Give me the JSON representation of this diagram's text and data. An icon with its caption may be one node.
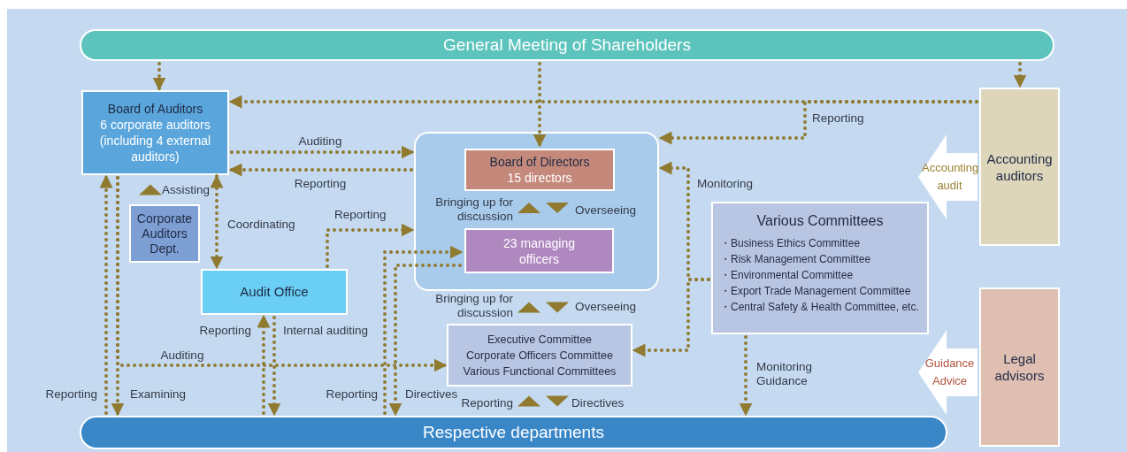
{
  "diagram": {
    "nodes": [
      {
        "text": [
          "General Meeting of Shareholders"
        ]
      },
      {
        "text": [
          "Board of Auditors",
          "6 corporate auditors (including 4 external auditors)"
        ]
      },
      {
        "text": [],
        "shape": "box"
      },
      {
        "text": [
          "Board of Directors",
          "15 directors"
        ],
        "in": 2
      },
      {
        "text": [
          "23 managing officers"
        ],
        "in": 2
      },
      {
        "text": [
          "Corporate Auditors Dept."
        ]
      },
      {
        "text": [
          "Audit Office"
        ]
      },
      {
        "text": [
          "Executive Committee",
          "Corporate Officers Committee",
          "Various Functional Committees"
        ]
      },
      {
        "text": [
          "Various Committees",
          "・Business Ethics Committee",
          "・Risk Management Committee",
          "・Environmental Committee",
          "・Export Trade Management Committee",
          "・Central Safety & Health Committee, etc."
        ]
      },
      {
        "text": [
          "Accounting auditors"
        ]
      },
      {
        "text": [
          "Legal advisors"
        ]
      },
      {
        "text": [
          "Respective departments"
        ]
      }
    ],
    "edges": [
      {
        "from": 0,
        "to": 1,
        "arrow": "to"
      },
      {
        "from": 0,
        "to": 9,
        "arrow": "to"
      },
      {
        "from": 0,
        "to": 3,
        "arrow": "to"
      },
      {
        "from": 9,
        "to": 1,
        "arrow": "to"
      },
      {
        "from": 9,
        "to": 2,
        "arrow": "to",
        "label": "Reporting"
      },
      {
        "from": 1,
        "to": 2,
        "arrow": "to",
        "label": "Auditing"
      },
      {
        "from": 2,
        "to": 1,
        "arrow": "to",
        "label": "Reporting"
      },
      {
        "from": 5,
        "to": 1,
        "arrow": "to",
        "label": "Assisting"
      },
      {
        "from": 1,
        "to": 6,
        "arrow": "both",
        "label": "Coordinating"
      },
      {
        "from": 6,
        "to": 2,
        "arrow": "to",
        "label": "Reporting"
      },
      {
        "from": 3,
        "to": 4,
        "arrow": "to",
        "label": "Overseeing"
      },
      {
        "from": 4,
        "to": 3,
        "arrow": "to",
        "label": "Bringing up for discussion"
      },
      {
        "from": 2,
        "to": 7,
        "arrow": "to",
        "label": "Overseeing"
      },
      {
        "from": 7,
        "to": 2,
        "arrow": "to",
        "label": "Bringing up for discussion"
      },
      {
        "from": 7,
        "to": 11,
        "arrow": "to",
        "label": "Directives"
      },
      {
        "from": 11,
        "to": 7,
        "arrow": "to",
        "label": "Reporting"
      },
      {
        "from": 8,
        "to": 2,
        "arrow": "to",
        "label": "Monitoring"
      },
      {
        "from": 8,
        "to": 7,
        "arrow": "to"
      },
      {
        "from": 8,
        "to": 11,
        "arrow": "to",
        "label": "Monitoring Guidance"
      },
      {
        "from": 9,
        "to": null,
        "arrow": "to",
        "label": "Accounting audit",
        "style": "thick",
        "color": "#ffffff"
      },
      {
        "from": 10,
        "to": null,
        "arrow": "to",
        "label": "Guidance Advice",
        "style": "thick",
        "color": "#ffffff"
      },
      {
        "from": 11,
        "to": 1,
        "arrow": "to",
        "label": "Reporting"
      },
      {
        "from": 1,
        "to": 11,
        "arrow": "to",
        "label": "Examining"
      },
      {
        "from": 1,
        "to": 7,
        "arrow": "to",
        "label": "Auditing"
      },
      {
        "from": 11,
        "to": 6,
        "arrow": "to",
        "label": "Reporting"
      },
      {
        "from": 6,
        "to": 11,
        "arrow": "to",
        "label": "Internal auditing"
      },
      {
        "from": 11,
        "to": 4,
        "arrow": "to",
        "label": "Reporting"
      },
      {
        "from": 4,
        "to": 11,
        "arrow": "to",
        "label": "Directives"
      }
    ]
  }
}
